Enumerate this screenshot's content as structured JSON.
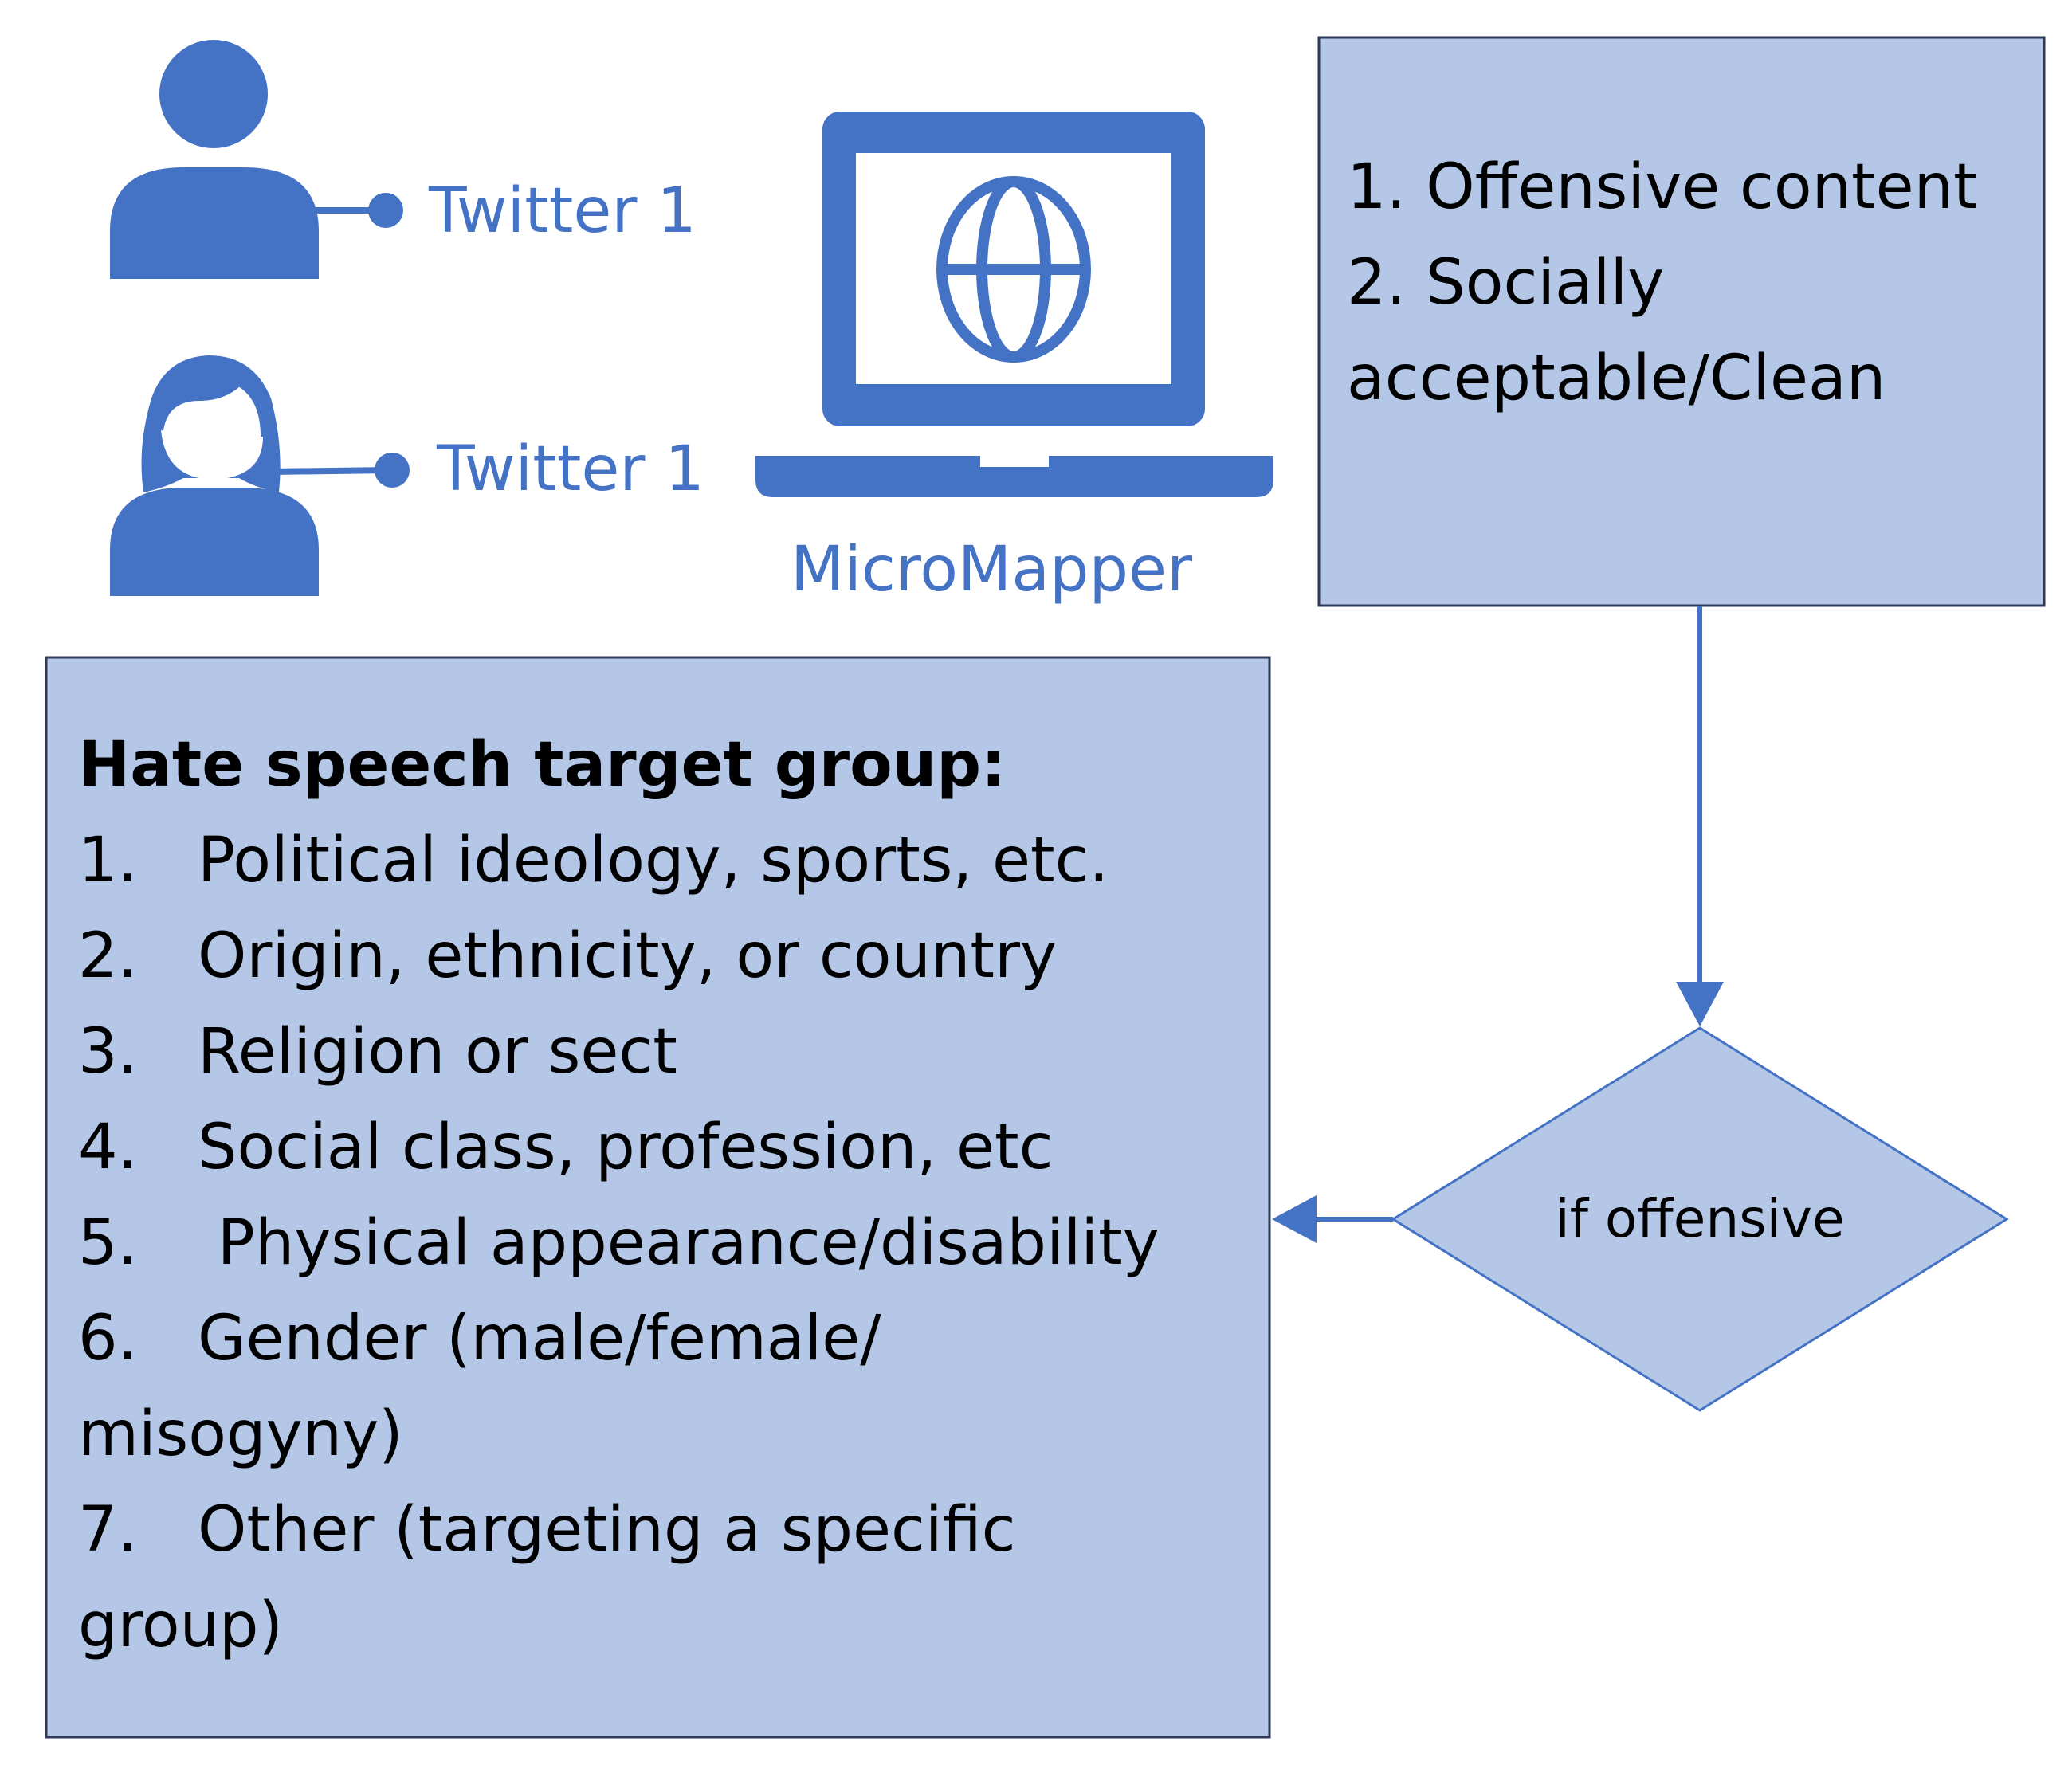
{
  "colors": {
    "accent": "#4472c4",
    "box_fill": "#b4c7e7",
    "box_border": "#2f3a5a",
    "text": "#000000"
  },
  "annotators": [
    {
      "icon": "male-user-icon",
      "label": "Twitter 1"
    },
    {
      "icon": "female-user-icon",
      "label": "Twitter 1"
    }
  ],
  "platform": {
    "icon": "laptop-globe-icon",
    "label": "MicroMapper"
  },
  "classification_box": {
    "lines": [
      "1. Offensive content",
      "2. Socially",
      "acceptable/Clean"
    ]
  },
  "decision": {
    "label": "if offensive"
  },
  "target_group_box": {
    "title": "Hate speech target group:",
    "items": [
      {
        "num": "1.",
        "text": "Political ideology, sports, etc.",
        "cont": ""
      },
      {
        "num": "2.",
        "text": "Origin, ethnicity, or country",
        "cont": ""
      },
      {
        "num": "3.",
        "text": "Religion or sect",
        "cont": ""
      },
      {
        "num": "4.",
        "text": "Social class, profession, etc",
        "cont": ""
      },
      {
        "num": "5.",
        "text": " Physical appearance/disability",
        "cont": ""
      },
      {
        "num": "6.",
        "text": "Gender (male/female/",
        "cont": "misogyny)"
      },
      {
        "num": "7.",
        "text": "Other (targeting a specific",
        "cont": "group)"
      }
    ]
  }
}
